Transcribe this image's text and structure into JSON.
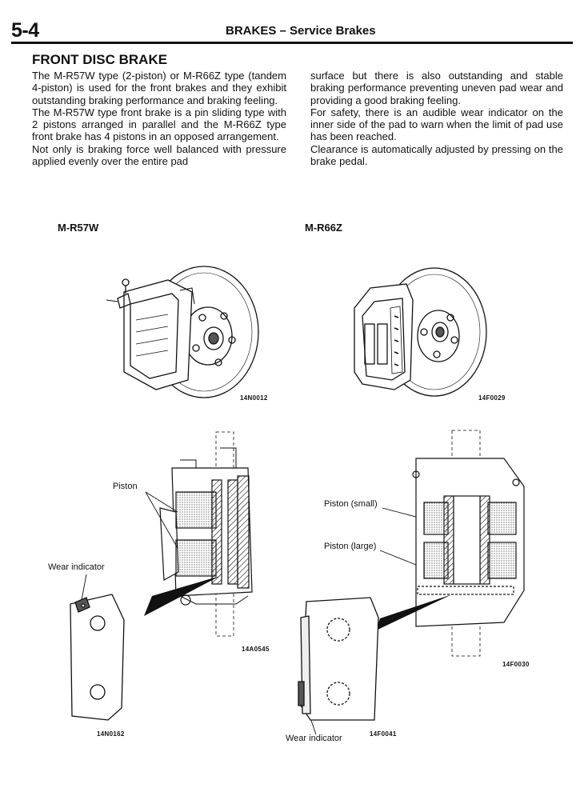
{
  "header": {
    "page_number": "5-4",
    "title": "BRAKES – Service Brakes"
  },
  "section": {
    "title": "FRONT DISC BRAKE",
    "left_paragraphs": [
      "The M-R57W type (2-piston) or M-R66Z type (tandem 4-piston) is used for the front brakes and they exhibit outstanding braking performance and braking feeling.",
      "The M-R57W type front brake is a pin sliding type with 2 pistons arranged in parallel and the M-R66Z type front brake has 4 pistons in an opposed arrangement.",
      "Not only is braking force well balanced with pressure applied evenly over the entire pad"
    ],
    "right_paragraphs": [
      "surface but there is also outstanding and stable braking performance preventing uneven pad wear and providing a good braking feeling.",
      "For safety, there is an audible wear indicator on the inner side of the pad to warn when the limit of pad use has been reached.",
      "Clearance is automatically adjusted by pressing on the brake pedal."
    ]
  },
  "figures": {
    "left": {
      "label": "M-R57W",
      "illustration_code": "14N0012",
      "section_code": "14A0545",
      "pad_code": "14N0162",
      "callout_piston": "Piston",
      "callout_wear": "Wear indicator"
    },
    "right": {
      "label": "M-R66Z",
      "illustration_code": "14F0029",
      "section_code": "14F0030",
      "pad_code": "14F0041",
      "callout_piston_small": "Piston (small)",
      "callout_piston_large": "Piston (large)",
      "callout_wear": "Wear indicator"
    }
  }
}
